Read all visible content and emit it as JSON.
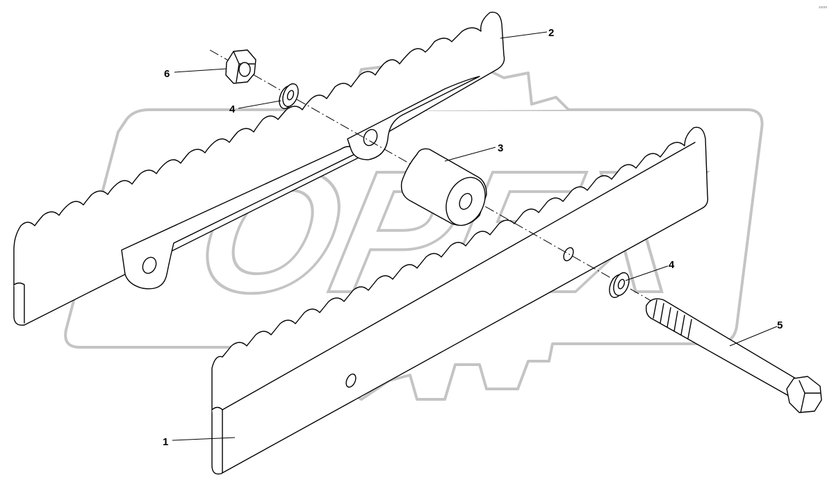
{
  "watermark": {
    "text": "OPEX"
  },
  "corner_note": "zoom",
  "callouts": [
    {
      "id": "1",
      "label": "1"
    },
    {
      "id": "2",
      "label": "2"
    },
    {
      "id": "3",
      "label": "3"
    },
    {
      "id": "4a",
      "label": "4"
    },
    {
      "id": "4b",
      "label": "4"
    },
    {
      "id": "5",
      "label": "5"
    },
    {
      "id": "6",
      "label": "6"
    }
  ],
  "colors": {
    "line": "#000000",
    "watermark": "#c4c4c4",
    "background": "#ffffff"
  }
}
